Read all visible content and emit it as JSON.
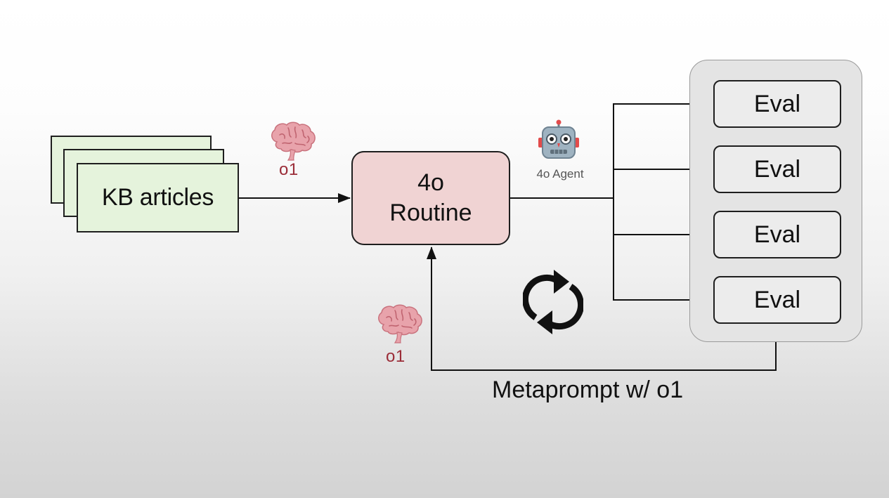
{
  "input": {
    "label": "KB articles",
    "fill_color": "#e5f3dc"
  },
  "routine": {
    "line1": "4o",
    "line2": "Routine",
    "fill_color": "#f0d3d3"
  },
  "models": {
    "input_model_label": "o1",
    "input_model_icon": "brain-icon",
    "agent_label": "4o Agent",
    "agent_icon": "robot-icon",
    "feedback_model_label": "o1",
    "feedback_model_icon": "brain-icon"
  },
  "evals": [
    {
      "label": "Eval"
    },
    {
      "label": "Eval"
    },
    {
      "label": "Eval"
    },
    {
      "label": "Eval"
    }
  ],
  "loop": {
    "icon": "refresh-cycle-icon",
    "label": "Metaprompt w/ o1"
  }
}
